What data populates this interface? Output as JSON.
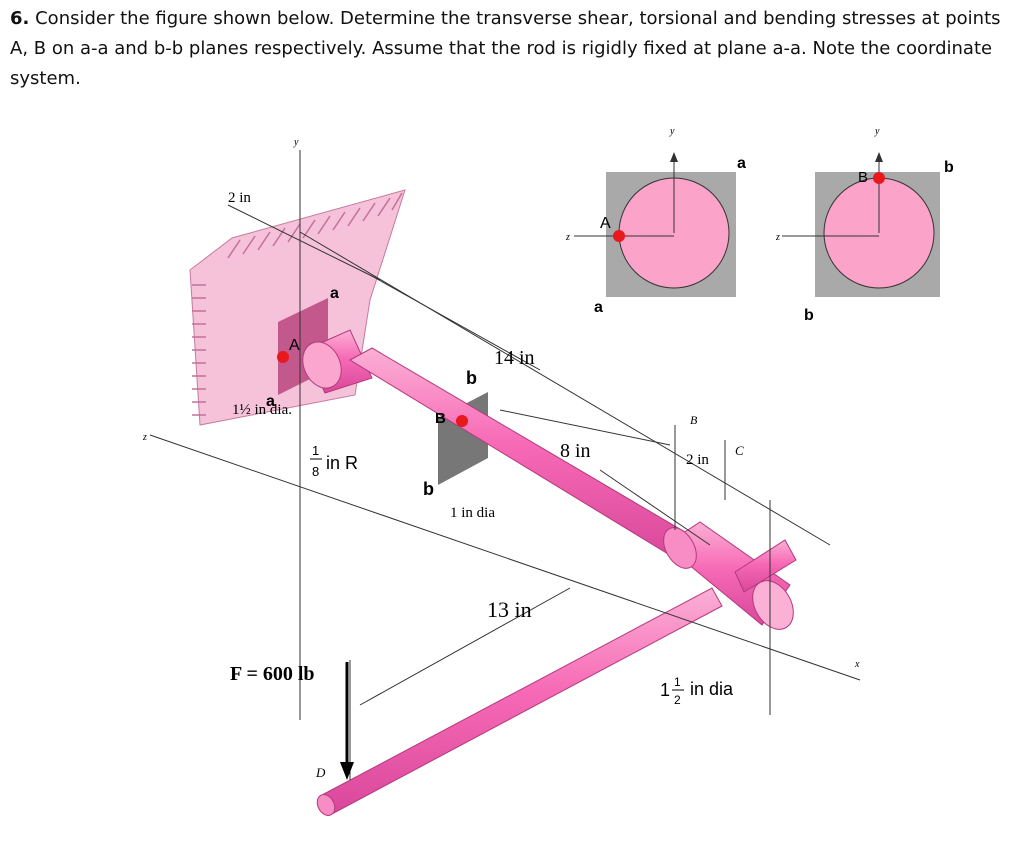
{
  "problem": {
    "number": "6.",
    "text": "Consider the figure shown below. Determine the transverse shear, torsional and bending stresses at points A, B on a-a and b-b planes respectively. Assume that the rod is rigidly fixed at plane a-a. Note the coordinate system."
  },
  "figure": {
    "labels": {
      "wall_dim": "2 in",
      "dim_14": "14 in",
      "dim_8": "8 in",
      "dim_13": "13 in",
      "dim_2_right": "2 in",
      "small_dia": "1 in dia",
      "fillet_whole": "",
      "fillet_num": "1",
      "fillet_den": "8",
      "fillet_unit": "in R",
      "big_dia_whole": "1",
      "big_dia_num": "1",
      "big_dia_den": "2",
      "big_dia_unit": "in dia",
      "left_dia_text": "1½ in dia.",
      "force": "F = 600 lb",
      "point_A": "A",
      "point_B": "B",
      "plane_a": "a",
      "plane_b": "b",
      "point_C": "C",
      "point_D": "D",
      "axis_x": "x",
      "axis_y": "y",
      "axis_z": "z"
    },
    "colors": {
      "rod": "#f76ab6",
      "rod_dark": "#d94a98",
      "wall": "#f5bfd8",
      "section_fill": "#fba3c8",
      "section_bg": "#a9a9a9",
      "point": "#e8191d"
    }
  }
}
